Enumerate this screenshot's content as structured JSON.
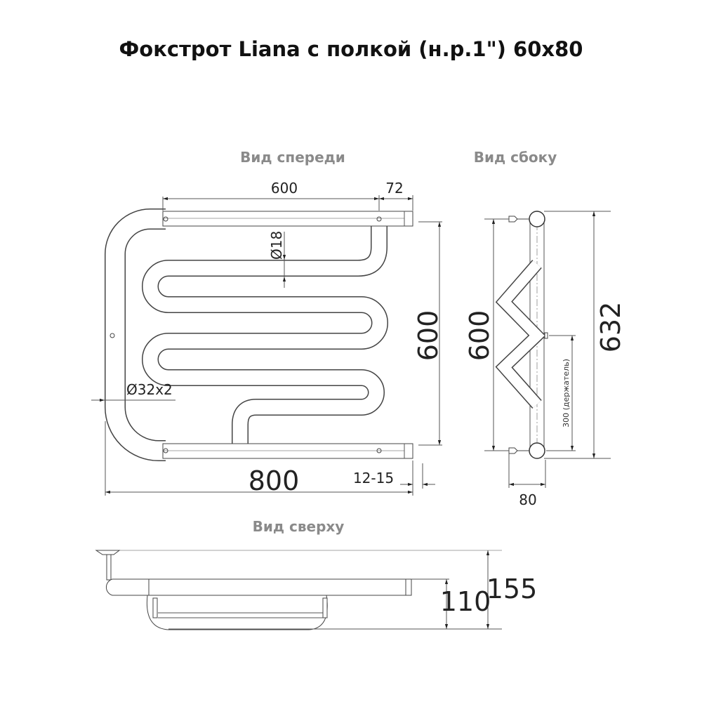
{
  "title": "Фокстрот Liana с полкой (н.р.1\") 60x80",
  "views": {
    "front": "Вид спереди",
    "side": "Вид сбоку",
    "top": "Вид сверху"
  },
  "front_dims": {
    "width_inner": "600",
    "offset": "72",
    "inner_tube": "Ø18",
    "outer_tube": "Ø32x2",
    "height": "600",
    "width_total": "800",
    "wall_gap": "12-15"
  },
  "side_dims": {
    "height": "600",
    "total_height": "632",
    "holder": "300 (держатель)",
    "depth": "80"
  },
  "top_dims": {
    "depth": "110",
    "total_depth": "155"
  }
}
